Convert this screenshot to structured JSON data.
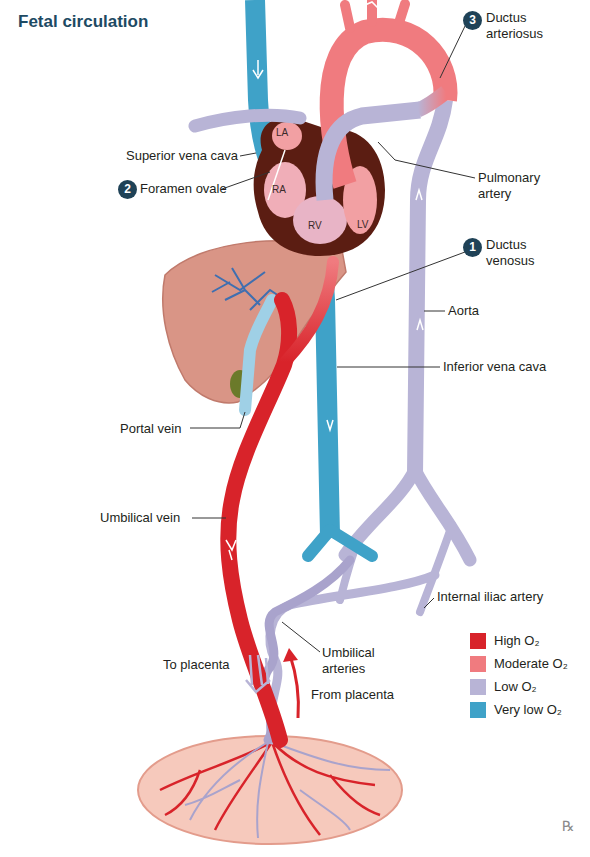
{
  "diagram": {
    "title": "Fetal circulation",
    "labels": [
      "3",
      "Ductus arteriosus",
      "Superior vena cava",
      "2",
      "Foramen ovale",
      "Pulmonary artery",
      "1",
      "Ductus venosus",
      "Aorta",
      "Inferior vena cava",
      "Portal vein",
      "Umbilical vein",
      "Internal iliac artery",
      "Umbilical arteries",
      "To placenta",
      "From placenta",
      "LA",
      "RA",
      "RV",
      "LV",
      "℞"
    ],
    "legend": [
      {
        "text": "High O₂",
        "color": "#d8232a"
      },
      {
        "text": "Moderate O₂",
        "color": "#f07b7f"
      },
      {
        "text": "Low O₂",
        "color": "#b8b4d6"
      },
      {
        "text": "Very low O₂",
        "color": "#3fa2c8"
      }
    ]
  }
}
